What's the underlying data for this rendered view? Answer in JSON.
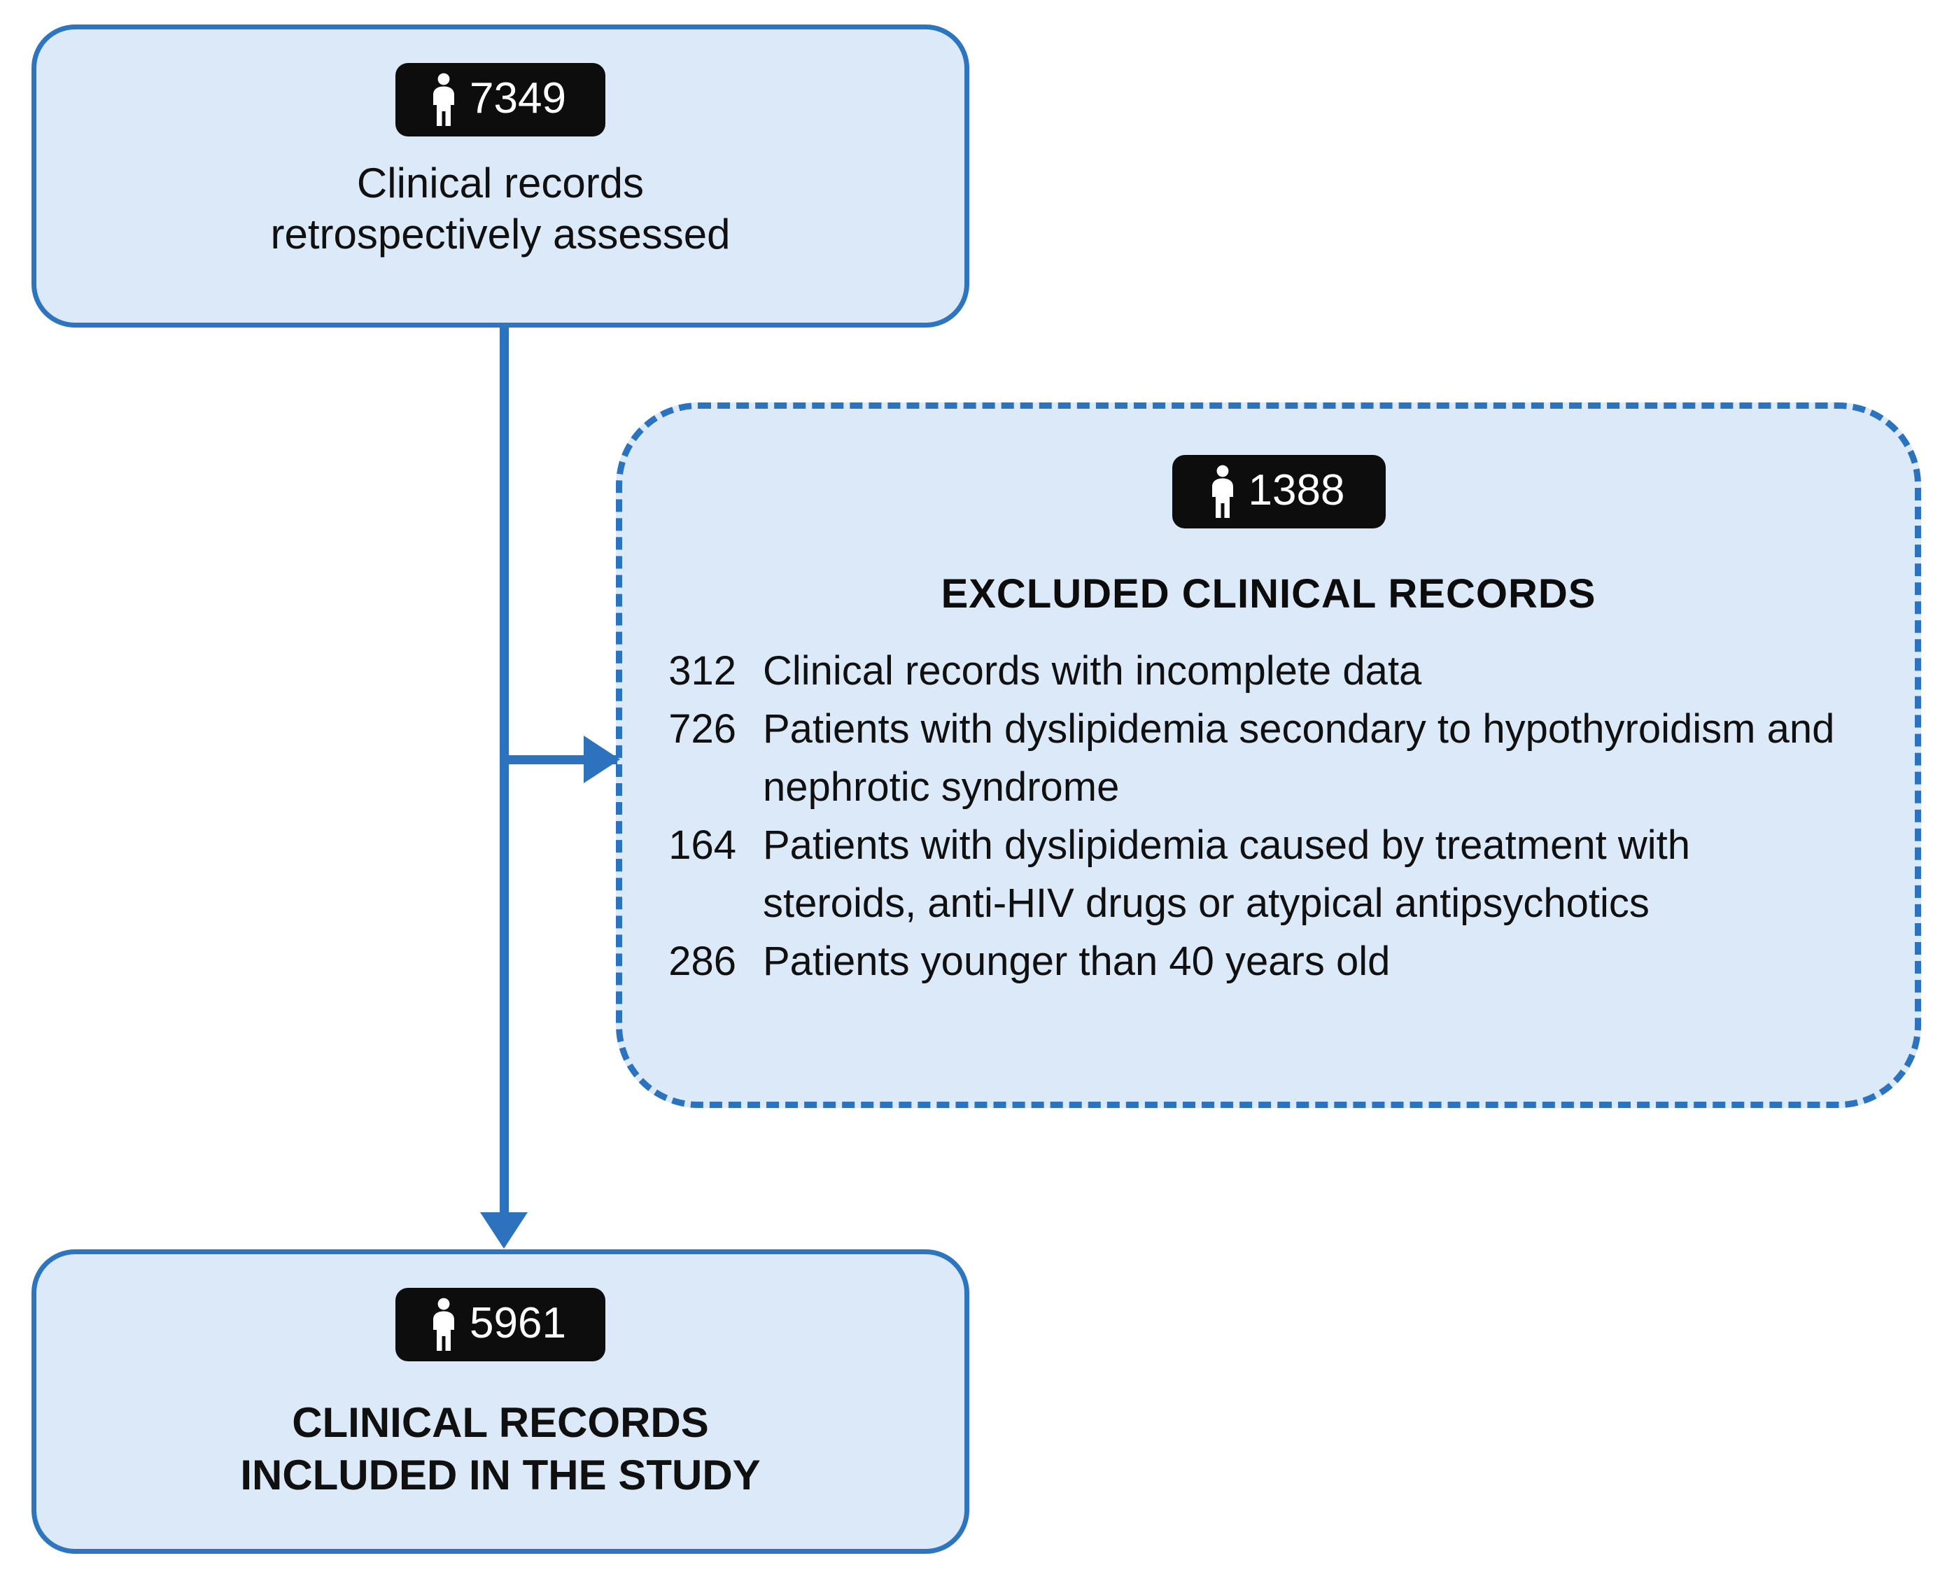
{
  "diagram": {
    "type": "study-flow-diagram",
    "colors": {
      "box_fill": "#dbe9f8",
      "box_border": "#2e75c0",
      "dashed_border": "#2b72bf",
      "connector": "#2c72bd",
      "badge_background": "#0d0d0d",
      "badge_text": "#ffffff",
      "body_text": "#101010"
    },
    "assessed": {
      "badge_count": "7349",
      "badge_icon": "person-icon",
      "text": "Clinical records\nretrospectively assessed"
    },
    "excluded": {
      "badge_count": "1388",
      "badge_icon": "person-icon",
      "heading": "EXCLUDED CLINICAL RECORDS",
      "reasons": [
        {
          "count": "312",
          "label": "Clinical records with incomplete data"
        },
        {
          "count": "726",
          "label": "Patients with dyslipidemia secondary to hypothyroidism and nephrotic syndrome"
        },
        {
          "count": "164",
          "label": "Patients with dyslipidemia caused by treatment with steroids, anti-HIV drugs or atypical antipsychotics"
        },
        {
          "count": "286",
          "label": "Patients younger than 40 years old"
        }
      ]
    },
    "included": {
      "badge_count": "5961",
      "badge_icon": "person-icon",
      "text": "CLINICAL RECORDS\nINCLUDED IN THE STUDY"
    },
    "connectors": {
      "to_excluded": "arrow-right",
      "to_included": "arrow-down"
    }
  }
}
